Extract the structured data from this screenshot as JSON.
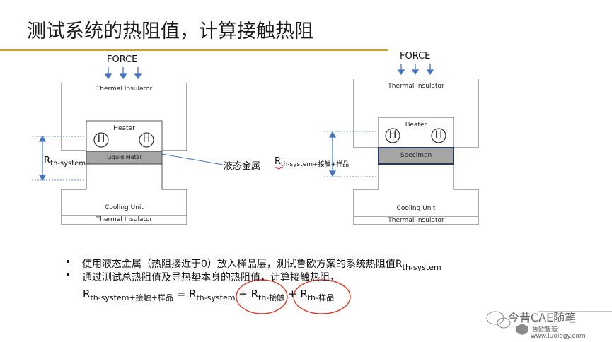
{
  "title": "测试系统的热阻值，计算接触热阻",
  "left_diagram": {
    "force": "FORCE",
    "insulator_top": "Thermal Insulator",
    "heater": "Heater",
    "heater_symbol": "H",
    "liquid_metal": "Liquid Metal",
    "cooling_unit": "Cooling Unit",
    "insulator_bottom": "Thermal Insulator",
    "r_main": "R",
    "r_sub": "th-system"
  },
  "right_diagram": {
    "force": "FORCE",
    "insulator_top": "Thermal Insulator",
    "heater": "Heater",
    "heater_symbol": "H",
    "specimen": "Specimen",
    "cooling_unit": "Cooling Unit",
    "insulator_bottom": "Thermal Insulator",
    "r_main": "R",
    "r_sub": "th-system+接触+样品"
  },
  "callout": "液态金属",
  "bullets": [
    {
      "text": "使用液态金属（热阻接近于0）放入样品层，测试鲁欧方案的系统热阻值R",
      "sub": "th-system"
    },
    {
      "text": "通过测试总热阻值及导热垫本身的热阻值，计算接触热阻，",
      "sub": ""
    }
  ],
  "formula": {
    "t1": "R",
    "s1": "th-system+接触+样品",
    "eq": " = ",
    "t2": "R",
    "s2": "th-system",
    "plus1": " + ",
    "t3": "R",
    "s3": "th-接触",
    "plus2": " + ",
    "t4": "R",
    "s4": "th-样品"
  },
  "watermark": {
    "name": "今昔CAE随笔",
    "brand": "鲁欧智造",
    "url": "www.luology.com"
  },
  "colors": {
    "accent_rule": "#c9a227",
    "arrow": "#4472c4",
    "highlight_circle": "#d9392b"
  }
}
